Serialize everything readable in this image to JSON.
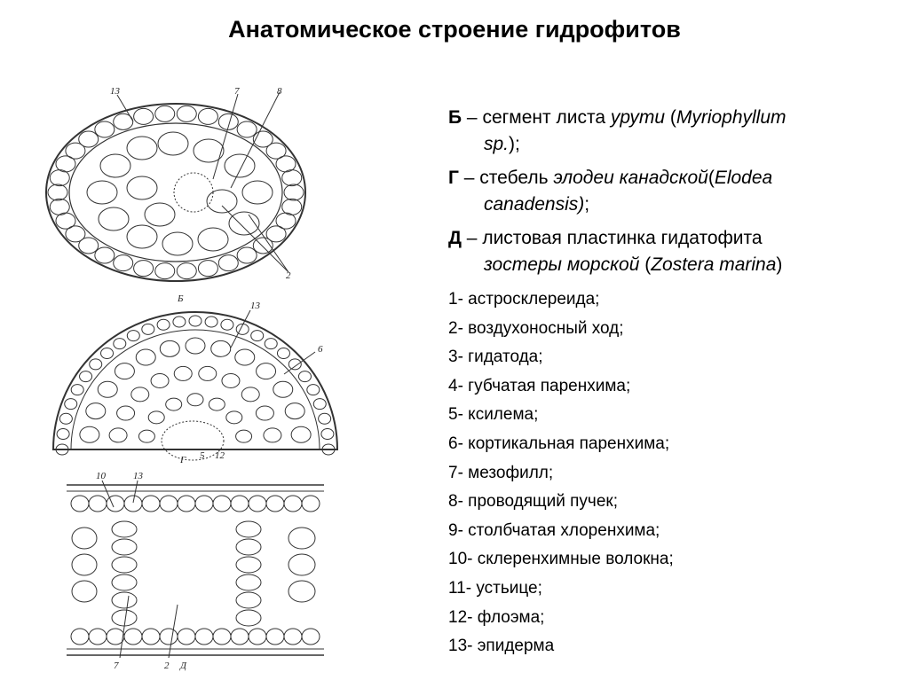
{
  "title": "Анатомическое строение гидрофитов",
  "legend_headers": [
    {
      "letter": "Б",
      "sep": " – ",
      "t1": "сегмент листа ",
      "it1": "урути",
      "t2": " (",
      "it2_l1": "Myriophyllum",
      "it2_l2": "sp.",
      "t3": ");"
    },
    {
      "letter": "Г",
      "sep": " – ",
      "t1": "стебель ",
      "it1": "элодеи канадской",
      "t2": "(",
      "it2_l1": "Elodea",
      "it2_l2": "canadensis)",
      "t3": ";"
    },
    {
      "letter": "Д",
      "sep": " – ",
      "t1": "листовая пластинка гидатофита",
      "it1_l2": "зостеры морской",
      "t2": " (",
      "it2": "Zostera marina",
      "t3": ")"
    }
  ],
  "legend_items": [
    "1- астросклереида;",
    "2- воздухоносный ход;",
    "3- гидатода;",
    "4- губчатая паренхима;",
    "5- ксилема;",
    "6- кортикальная паренхима;",
    "7- мезофилл;",
    "8- проводящий пучек;",
    "9- столбчатая хлоренхима;",
    "10- склеренхимные волокна;",
    "11- устьице;",
    "12- флоэма;",
    "13- эпидерма"
  ],
  "figure_labels": {
    "a13": "13",
    "a7": "7",
    "a8": "8",
    "a2": "2",
    "aB": "Б",
    "b13": "13",
    "b6": "6",
    "b5": "5",
    "b12": "12",
    "bG": "Г",
    "c10": "10",
    "c13": "13",
    "c7": "7",
    "c2": "2",
    "cD": "Д"
  }
}
